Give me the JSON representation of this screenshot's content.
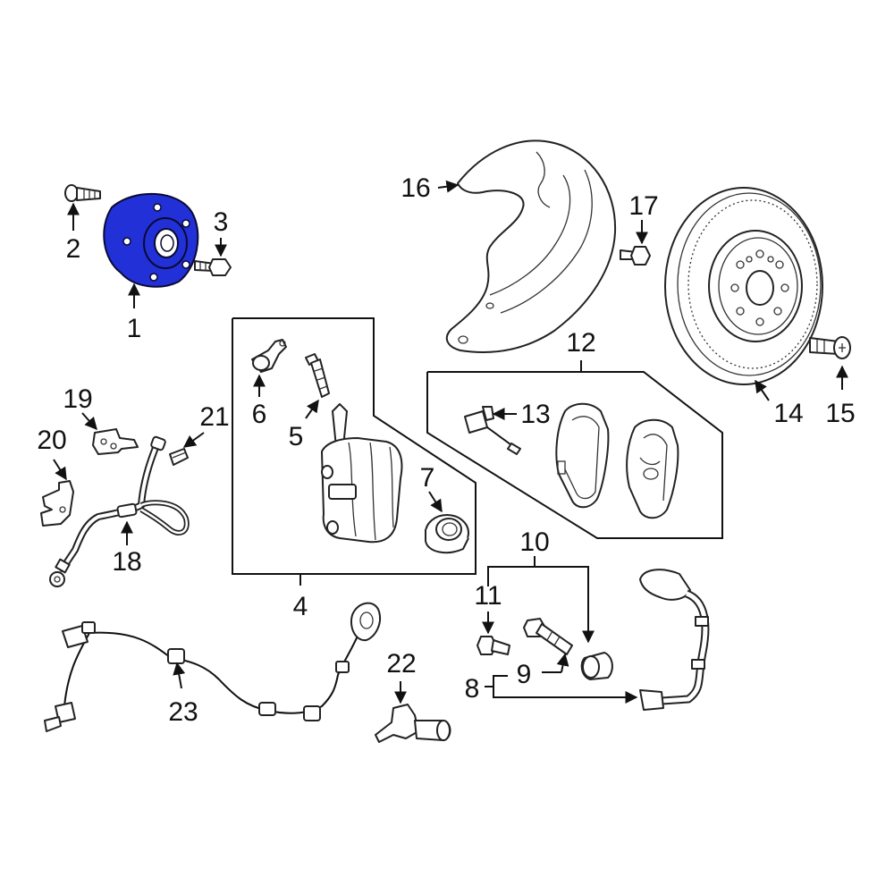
{
  "colors": {
    "highlight": "#2230d8",
    "line": "#111111",
    "background": "#ffffff"
  },
  "callouts": {
    "c1": "1",
    "c2": "2",
    "c3": "3",
    "c4": "4",
    "c5": "5",
    "c6": "6",
    "c7": "7",
    "c8": "8",
    "c9": "9",
    "c10": "10",
    "c11": "11",
    "c12": "12",
    "c13": "13",
    "c14": "14",
    "c15": "15",
    "c16": "16",
    "c17": "17",
    "c18": "18",
    "c19": "19",
    "c20": "20",
    "c21": "21",
    "c22": "22",
    "c23": "23"
  }
}
